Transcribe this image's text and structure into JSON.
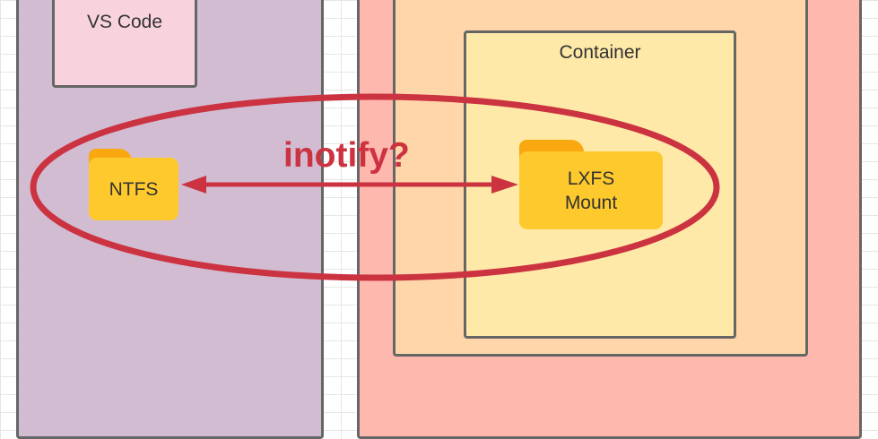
{
  "diagram": {
    "vscode_label": "VS Code",
    "ntfs_label": "NTFS",
    "container_label": "Container",
    "lxfs_line1": "LXFS",
    "lxfs_line2": "Mount",
    "inotify_label": "inotify?"
  },
  "colors": {
    "host_region": "#d1bcd2",
    "vscode_box": "#f8d3de",
    "vm_region": "#ffb8ae",
    "wsl_region": "#ffd6a9",
    "container_box": "#ffe9a8",
    "folder": "#fec92d",
    "folder_tab": "#f9a90f",
    "annotation": "#cc3341",
    "border": "#666666"
  },
  "icons": {
    "ntfs": "folder-icon",
    "lxfs": "folder-icon"
  }
}
